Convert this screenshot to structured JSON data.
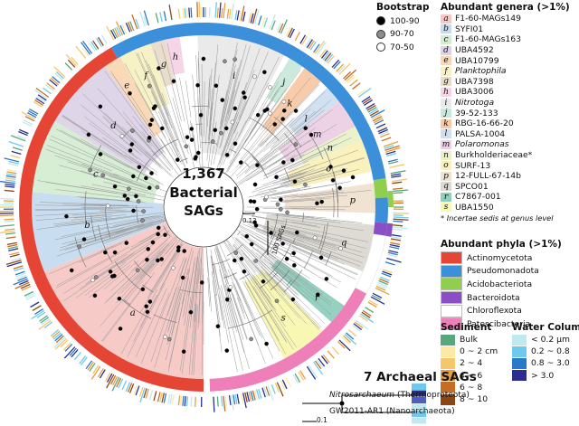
{
  "center": {
    "count": "1,367",
    "line1": "Bacterial",
    "line2": "SAGs"
  },
  "scale_inner": "0.12",
  "scale_outer": "100 SAGs",
  "bootstrap": {
    "title": "Bootstrap",
    "items": [
      {
        "label": "100-90",
        "fill": "#000000"
      },
      {
        "label": "90-70",
        "fill": "#8c8c8c"
      },
      {
        "label": "70-50",
        "fill": "#ffffff"
      }
    ]
  },
  "genera": {
    "title": "Abundant genera (>1%)",
    "note": "* Incertae sedis at genus level",
    "items": [
      {
        "letter": "a",
        "label": "F1-60-MAGs149",
        "color": "#f6c7c4",
        "italic": false
      },
      {
        "letter": "b",
        "label": "SYFI01",
        "color": "#c5dbee",
        "italic": false
      },
      {
        "letter": "c",
        "label": "F1-60-MAGs163",
        "color": "#d5ecd2",
        "italic": false
      },
      {
        "letter": "d",
        "label": "UBA4592",
        "color": "#ddd3e8",
        "italic": false
      },
      {
        "letter": "e",
        "label": "UBA10799",
        "color": "#f9d7b3",
        "italic": false
      },
      {
        "letter": "f",
        "label": "Planktophila",
        "color": "#f7f1c2",
        "italic": true
      },
      {
        "letter": "g",
        "label": "UBA7398",
        "color": "#e8dcc8",
        "italic": false
      },
      {
        "letter": "h",
        "label": "UBA3006",
        "color": "#f6d3e6",
        "italic": false
      },
      {
        "letter": "i",
        "label": "Nitrotoga",
        "color": "#e9e9e9",
        "italic": true
      },
      {
        "letter": "j",
        "label": "39-52-133",
        "color": "#c7e9d9",
        "italic": false
      },
      {
        "letter": "k",
        "label": "RBG-16-66-20",
        "color": "#f8c9a6",
        "italic": false
      },
      {
        "letter": "l",
        "label": "PALSA-1004",
        "color": "#cfdff0",
        "italic": false
      },
      {
        "letter": "m",
        "label": "Polaromonas",
        "color": "#ecd0e4",
        "italic": true
      },
      {
        "letter": "n",
        "label": "Burkholderiaceae*",
        "color": "#e9f1c9",
        "italic": false
      },
      {
        "letter": "o",
        "label": "SURF-13",
        "color": "#faf0b8",
        "italic": false
      },
      {
        "letter": "p",
        "label": "12-FULL-67-14b",
        "color": "#efe2d0",
        "italic": false
      },
      {
        "letter": "q",
        "label": "SPCO01",
        "color": "#dcd9d2",
        "italic": false
      },
      {
        "letter": "r",
        "label": "C7867-001",
        "color": "#8ecfbd",
        "italic": false
      },
      {
        "letter": "s",
        "label": "UBA1550",
        "color": "#f9f7b0",
        "italic": false
      }
    ]
  },
  "phyla": {
    "title": "Abundant phyla (>1%)",
    "items": [
      {
        "label": "Actinomycetota",
        "color": "#e44535"
      },
      {
        "label": "Pseudomonadota",
        "color": "#3c8fd9"
      },
      {
        "label": "Acidobacteriota",
        "color": "#8fcf4d"
      },
      {
        "label": "Bacteroidota",
        "color": "#8a4fc4"
      },
      {
        "label": "Chloroflexota",
        "color": "#ffffff"
      },
      {
        "label": "Patescibacteria",
        "color": "#ef7fb9"
      }
    ]
  },
  "sediment": {
    "title": "Sediment",
    "items": [
      {
        "label": "Bulk",
        "color": "#58a77a"
      },
      {
        "label": "0 ~ 2 cm",
        "color": "#fde9a6"
      },
      {
        "label": "2 ~ 4",
        "color": "#f7c66b"
      },
      {
        "label": "4 ~ 6",
        "color": "#e79e3c"
      },
      {
        "label": "6 ~ 8",
        "color": "#c56d25"
      },
      {
        "label": "8 ~ 10",
        "color": "#8c4615"
      }
    ]
  },
  "water": {
    "title": "Water Column",
    "items": [
      {
        "label": "< 0.2 μm",
        "color": "#bfe8ef"
      },
      {
        "label": "0.2 ~ 0.8",
        "color": "#6fc9ea"
      },
      {
        "label": "0.8 ~ 3.0",
        "color": "#2a78c9"
      },
      {
        "label": "> 3.0",
        "color": "#2a2f8f"
      }
    ]
  },
  "archaea": {
    "title": "7 Archaeal SAGs",
    "taxa": [
      {
        "name": "Nitrosarchaeum",
        "group": "(Thermoproteota)",
        "italic": true
      },
      {
        "name": "GW2011-AR1",
        "group": "(Nanoarchaeota)",
        "italic": false
      }
    ],
    "scale": "0.1"
  },
  "clades": [
    {
      "letter": "a",
      "start": 90,
      "end": 158
    },
    {
      "letter": "b",
      "start": 158,
      "end": 185
    },
    {
      "letter": "c",
      "start": 185,
      "end": 210
    },
    {
      "letter": "d",
      "start": 210,
      "end": 235
    },
    {
      "letter": "e",
      "start": 235,
      "end": 241
    },
    {
      "letter": "f",
      "start": 241,
      "end": 252
    },
    {
      "letter": "g",
      "start": 252,
      "end": 257
    },
    {
      "letter": "h",
      "start": 257,
      "end": 262
    },
    {
      "letter": "i",
      "start": 268,
      "end": 298
    },
    {
      "letter": "j",
      "start": 300,
      "end": 305
    },
    {
      "letter": "k",
      "start": 306,
      "end": 313
    },
    {
      "letter": "l",
      "start": 316,
      "end": 322
    },
    {
      "letter": "m",
      "start": 322,
      "end": 332
    },
    {
      "letter": "n",
      "start": 332,
      "end": 337
    },
    {
      "letter": "o",
      "start": 337,
      "end": 348
    },
    {
      "letter": "p",
      "start": 352,
      "end": 362
    },
    {
      "letter": "q",
      "start": 366,
      "end": 382
    },
    {
      "letter": "r",
      "start": 395,
      "end": 402
    },
    {
      "letter": "s",
      "start": 406,
      "end": 422
    }
  ],
  "phyla_ring": [
    {
      "phylum": "Actinomycetota",
      "start": 90,
      "end": 240
    },
    {
      "phylum": "Pseudomonadota",
      "start": 240,
      "end": 351
    },
    {
      "phylum": "Acidobacteriota",
      "start": 351,
      "end": 357
    },
    {
      "phylum": "Pseudomonadota",
      "start": 357,
      "end": 365
    },
    {
      "phylum": "Bacteroidota",
      "start": 365,
      "end": 369
    },
    {
      "phylum": "Chloroflexota",
      "start": 369,
      "end": 388
    },
    {
      "phylum": "Patescibacteria",
      "start": 388,
      "end": 448
    }
  ]
}
